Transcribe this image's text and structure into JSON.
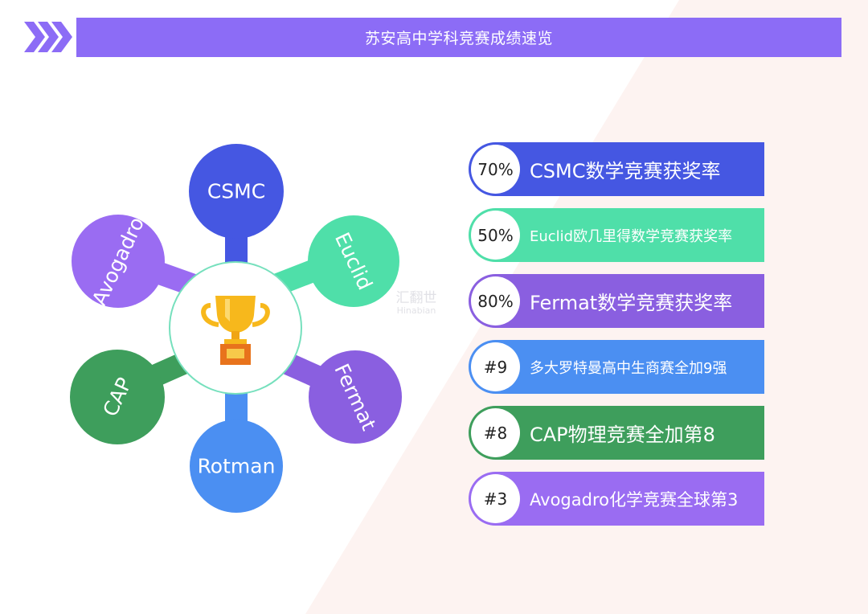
{
  "header": {
    "title": "苏安高中学科竞赛成绩速览"
  },
  "colors": {
    "header": "#8c6cf6",
    "csmc": "#4557e2",
    "euclid": "#4fdfa9",
    "fermat": "#8a5fe0",
    "rotman": "#4b8ff2",
    "cap": "#3e9e5c",
    "avogadro": "#9a6cf2"
  },
  "mindmap": {
    "center_icon": "trophy-icon",
    "nodes": [
      {
        "label": "CSMC"
      },
      {
        "label": "Euclid"
      },
      {
        "label": "Fermat"
      },
      {
        "label": "Rotman"
      },
      {
        "label": "CAP"
      },
      {
        "label": "Avogadro"
      }
    ]
  },
  "results": [
    {
      "value": "70%",
      "text": "CSMC数学竞赛获奖率"
    },
    {
      "value": "50%",
      "text": "Euclid欧几里得数学竞赛获奖率"
    },
    {
      "value": "80%",
      "text": "Fermat数学竞赛获奖率"
    },
    {
      "value": "#9",
      "text": "多大罗特曼高中生商赛全加9强"
    },
    {
      "value": "#8",
      "text": "CAP物理竞赛全加第8"
    },
    {
      "value": "#3",
      "text": "Avogadro化学竞赛全球第3"
    }
  ],
  "watermark": {
    "cn": "汇翻世",
    "en": "Hinabian"
  }
}
